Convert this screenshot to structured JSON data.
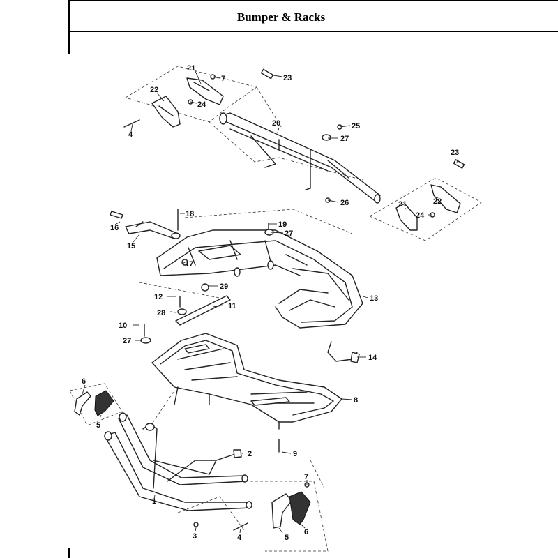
{
  "title": "Bumper & Racks",
  "callouts": {
    "c1": "1",
    "c2": "2",
    "c3": "3",
    "c4a": "4",
    "c4b": "4",
    "c5a": "5",
    "c5b": "5",
    "c6a": "6",
    "c6b": "6",
    "c7a": "7",
    "c7b": "7",
    "c8": "8",
    "c9": "9",
    "c10": "10",
    "c11": "11",
    "c12": "12",
    "c13": "13",
    "c14": "14",
    "c15": "15",
    "c16": "16",
    "c17": "17",
    "c18": "18",
    "c19": "19",
    "c20": "20",
    "c21a": "21",
    "c21b": "21",
    "c22a": "22",
    "c22b": "22",
    "c23a": "23",
    "c23b": "23",
    "c24a": "24",
    "c24b": "24",
    "c25": "25",
    "c26": "26",
    "c27a": "27",
    "c27b": "27",
    "c27c": "27",
    "c28": "28",
    "c29": "29"
  }
}
